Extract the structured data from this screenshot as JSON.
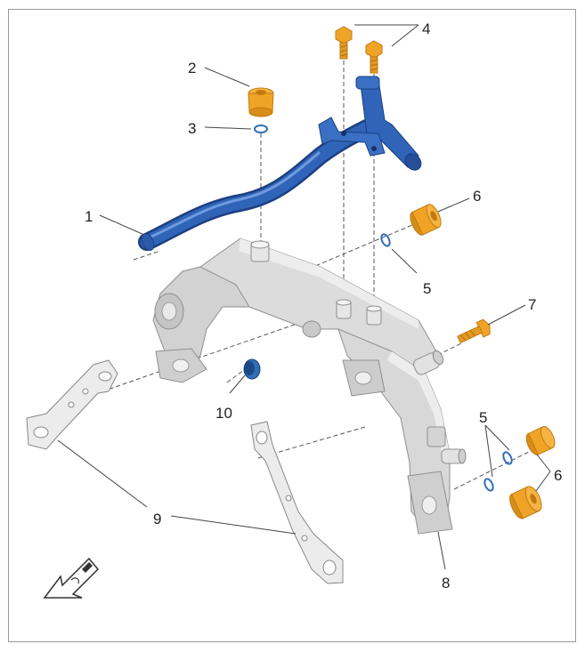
{
  "colors": {
    "pipe": "#2f64b8",
    "pipe_dark": "#1d3f80",
    "manifold": "#dcdcdc",
    "manifold_shade": "#b9b9b9",
    "plug_orange": "#f0a427",
    "plug_dark": "#c27a0e",
    "seal_blue": "#2e6fb5",
    "gasket": "#e4e4e4",
    "leader": "#444444"
  },
  "icons": {
    "direction_arrow": "front-direction-arrow-icon"
  },
  "callouts": [
    {
      "id": "c1",
      "text": "1"
    },
    {
      "id": "c2",
      "text": "2"
    },
    {
      "id": "c3",
      "text": "3"
    },
    {
      "id": "c4",
      "text": "4"
    },
    {
      "id": "c5a",
      "text": "5"
    },
    {
      "id": "c5b",
      "text": "5"
    },
    {
      "id": "c6a",
      "text": "6"
    },
    {
      "id": "c6b",
      "text": "6"
    },
    {
      "id": "c7",
      "text": "7"
    },
    {
      "id": "c8",
      "text": "8"
    },
    {
      "id": "c9",
      "text": "9"
    },
    {
      "id": "c10",
      "text": "10"
    }
  ]
}
